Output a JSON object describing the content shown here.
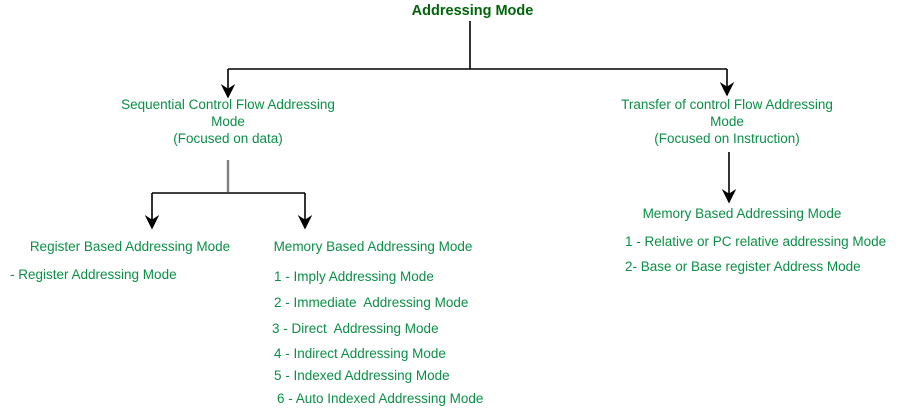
{
  "diagram": {
    "root": {
      "label": "Addressing Mode"
    },
    "sequential": {
      "line1": "Sequential Control Flow Addressing",
      "line2": "Mode",
      "line3": "(Focused on data)"
    },
    "transfer": {
      "line1": "Transfer of control Flow Addressing",
      "line2": "Mode",
      "line3": "(Focused on Instruction)"
    },
    "register_based": {
      "title": "Register Based Addressing Mode",
      "items": [
        "- Register Addressing Mode"
      ]
    },
    "memory_based": {
      "title": "Memory Based Addressing Mode",
      "items": [
        "1 - Imply Addressing Mode",
        "2 - Immediate  Addressing Mode",
        "3 - Direct  Addressing Mode",
        "4 - Indirect Addressing Mode",
        "5 - Indexed Addressing Mode",
        "6 - Auto Indexed Addressing Mode"
      ]
    },
    "transfer_memory": {
      "title": "Memory Based Addressing Mode",
      "items": [
        "1 - Relative or PC relative addressing Mode",
        "2- Base or Base register Address Mode"
      ]
    },
    "colors": {
      "title_green": "#01640b",
      "body_green": "#0b8f47",
      "line_black": "#000000",
      "line_gray": "#7f7f7f",
      "background": "#ffffff"
    }
  }
}
